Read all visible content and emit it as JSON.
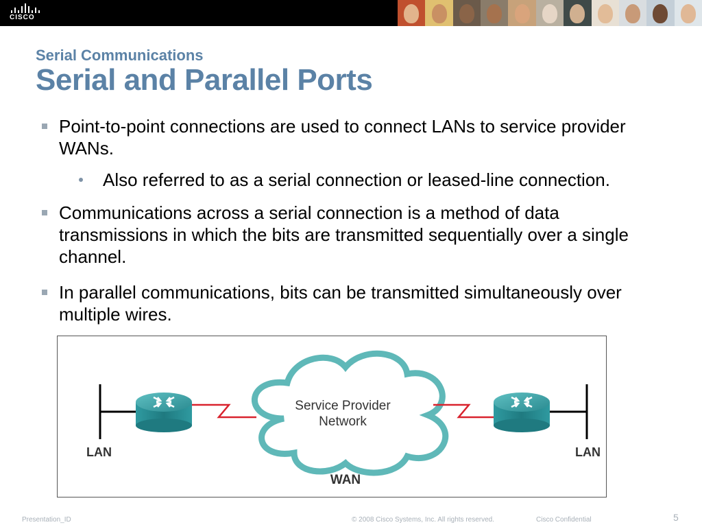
{
  "header": {
    "logo_text": "CISCO",
    "photo_count": 11
  },
  "slide": {
    "subtitle": "Serial Communications",
    "title": "Serial and Parallel Ports",
    "bullets": [
      {
        "line1": "Point-to-point connections are used to connect LANs to service provider",
        "line2": "WANs."
      },
      {
        "sub": "Also referred to as a serial connection or leased-line connection."
      },
      {
        "line1": "Communications across a serial connection is a method of data",
        "line2": "transmissions in which the bits are transmitted sequentially over a single",
        "line3": "channel."
      },
      {
        "line1": "In parallel communications, bits can be transmitted simultaneously over",
        "line2": "multiple wires."
      }
    ]
  },
  "diagram": {
    "cloud_line1": "Service Provider",
    "cloud_line2": "Network",
    "left_label": "LAN",
    "right_label": "LAN",
    "bottom_label": "WAN"
  },
  "footer": {
    "presentation_id": "Presentation_ID",
    "copyright": "© 2008 Cisco Systems, Inc. All rights reserved.",
    "confidential": "Cisco Confidential",
    "page_number": "5"
  },
  "colors": {
    "title": "#5b82a6",
    "router": "#2f8e93",
    "cloud": "#5fb8b8",
    "serial_link": "#d9232e"
  }
}
